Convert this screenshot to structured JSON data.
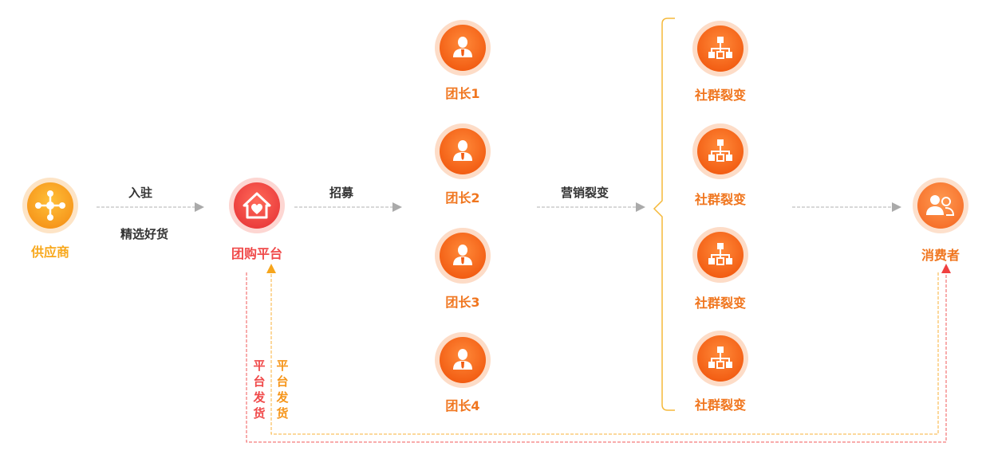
{
  "colors": {
    "orange": "#f5731f",
    "orange_text": "#f0761f",
    "yellow": "#f8a81c",
    "red": "#f04a4a",
    "gray_arrow": "#b0b0b0",
    "bracket": "#f5b93a"
  },
  "nodes": {
    "supplier": {
      "label": "供应商",
      "icon": "hub-icon"
    },
    "platform": {
      "label": "团购平台",
      "icon": "heart-house-icon"
    },
    "leaders": [
      {
        "label": "团长1",
        "icon": "person-icon"
      },
      {
        "label": "团长2",
        "icon": "person-icon"
      },
      {
        "label": "团长3",
        "icon": "person-icon"
      },
      {
        "label": "团长4",
        "icon": "person-icon"
      }
    ],
    "communities": [
      {
        "label": "社群裂变",
        "icon": "org-tree-icon"
      },
      {
        "label": "社群裂变",
        "icon": "org-tree-icon"
      },
      {
        "label": "社群裂变",
        "icon": "org-tree-icon"
      },
      {
        "label": "社群裂变",
        "icon": "org-tree-icon"
      }
    ],
    "consumer": {
      "label": "消费者",
      "icon": "group-users-icon"
    }
  },
  "edges": {
    "join_top": "入驻",
    "join_bottom": "精选好货",
    "recruit": "招募",
    "marketing": "营销裂变",
    "ship_left": "平台发货",
    "ship_right": "平台发货"
  }
}
